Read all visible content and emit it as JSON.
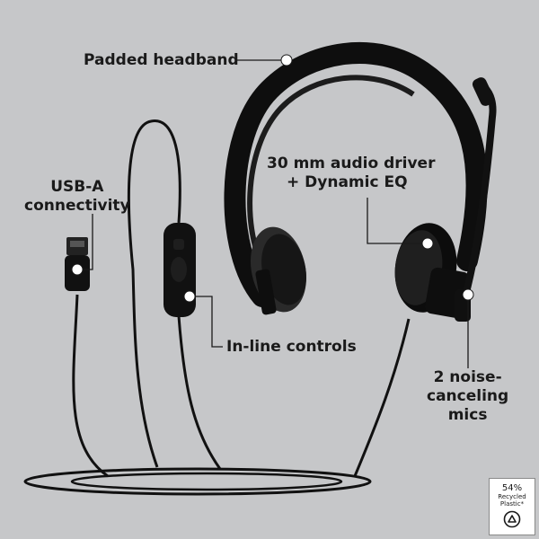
{
  "callouts": {
    "headband": "Padded headband",
    "driver_line1": "30 mm audio driver",
    "driver_line2": "+ Dynamic EQ",
    "usb_line1": "USB-A",
    "usb_line2": "connectivity",
    "controls": "In-line controls",
    "mics_line1": "2 noise-",
    "mics_line2": "canceling",
    "mics_line3": "mics"
  },
  "badge": {
    "percent": "54%",
    "line1": "Recycled",
    "line2": "Plastic*",
    "icon": "recycle-icon"
  },
  "colors": {
    "background": "#c6c7c9",
    "product": "#111111",
    "leader": "#1a1a1a",
    "marker": "#ffffff"
  }
}
